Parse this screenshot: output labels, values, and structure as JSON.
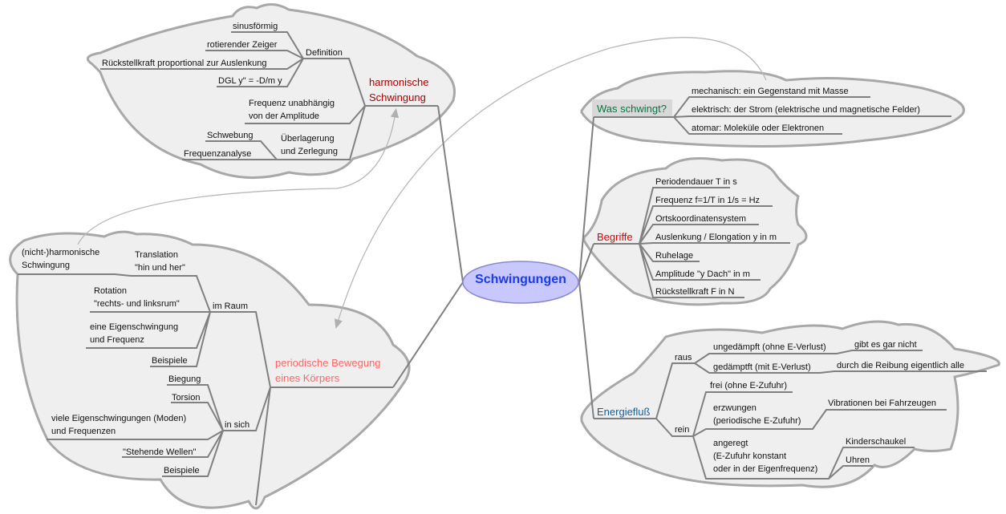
{
  "center": {
    "label": "Schwingungen"
  },
  "harmonic": {
    "label": "harmonische\nSchwingung",
    "definition": "Definition",
    "def_items": [
      "sinusförmig",
      "rotierender Zeiger",
      "Rückstellkraft proportional zur Auslenkung",
      "DGL y\" = -D/m y"
    ],
    "freq": "Frequenz unabhängig\nvon der Amplitude",
    "superpos": "Überlagerung\nund Zerlegung",
    "superpos_items": [
      "Schwebung",
      "Frequenzanalyse"
    ]
  },
  "periodic": {
    "label": "periodische Bewegung\neines Körpers",
    "nonharmonic": "(nicht-)harmonische\nSchwingung",
    "space": "im Raum",
    "space_items": [
      "Translation\n\"hin und her\"",
      "Rotation\n\"rechts- und linksrum\"",
      "eine Eigenschwingung\nund Frequenz",
      "Beispiele"
    ],
    "self": "in sich",
    "self_items": [
      "Biegung",
      "Torsion",
      "viele Eigenschwingungen (Moden)\nund Frequenzen",
      "\"Stehende Wellen\"",
      "Beispiele"
    ]
  },
  "what": {
    "label": "Was schwingt?",
    "items": [
      "mechanisch: ein Gegenstand mit Masse",
      "elektrisch: der Strom (elektrische und magnetische Felder)",
      "atomar: Moleküle oder Elektronen"
    ]
  },
  "terms": {
    "label": "Begriffe",
    "items": [
      "Periodendauer T in s",
      "Frequenz f=1/T in 1/s = Hz",
      "Ortskoordinatensystem",
      "Auslenkung / Elongation y in m",
      "Ruhelage",
      "Amplitude \"y Dach\" in m",
      "Rückstellkraft F in N"
    ]
  },
  "energy": {
    "label": "Energiefluß",
    "out": "raus",
    "out_items": [
      "ungedämpft (ohne E-Verlust)",
      "gedämptft (mit E-Verlust)"
    ],
    "out_notes": [
      "gibt es gar nicht",
      "durch die Reibung eigentlich alle"
    ],
    "in": "rein",
    "in_items": [
      "frei (ohne E-Zufuhr)",
      "erzwungen\n(periodische E-Zufuhr)",
      "angeregt\n(E-Zufuhr konstant\noder in der Eigenfrequenz)"
    ],
    "forced_note": "Vibrationen bei Fahrzeugen",
    "excited_notes": [
      "Kinderschaukel",
      "Uhren"
    ]
  },
  "colors": {
    "harmonic": "#aa0000",
    "periodic": "#ff6666",
    "what": "#007a40",
    "terms": "#e00000",
    "energy": "#1060a0",
    "center_text": "#1a3cf0",
    "center_fill": "#c8c8ff"
  }
}
